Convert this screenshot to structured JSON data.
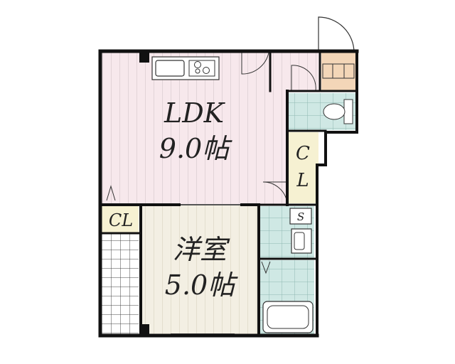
{
  "rooms": {
    "ldk": {
      "name": "LDK",
      "size": "9.0帖"
    },
    "bedroom": {
      "name": "洋室",
      "size": "5.0帖"
    }
  },
  "closets": {
    "hall": {
      "line1": "C",
      "line2": "L"
    },
    "bedroom": {
      "label": "CL"
    }
  },
  "fixtures": {
    "shelf": {
      "label": "S"
    }
  },
  "colors": {
    "wall": "#111111",
    "ldk_floor": "#f7e8ec",
    "floor_stripe": "#c9c0c3",
    "bedroom_floor": "#f3efe3",
    "closet_floor": "#f6f1d2",
    "wet_tile": "#cfe8e4",
    "tile_line": "#8fb8b2",
    "entrance_floor": "#f3d6b8"
  }
}
